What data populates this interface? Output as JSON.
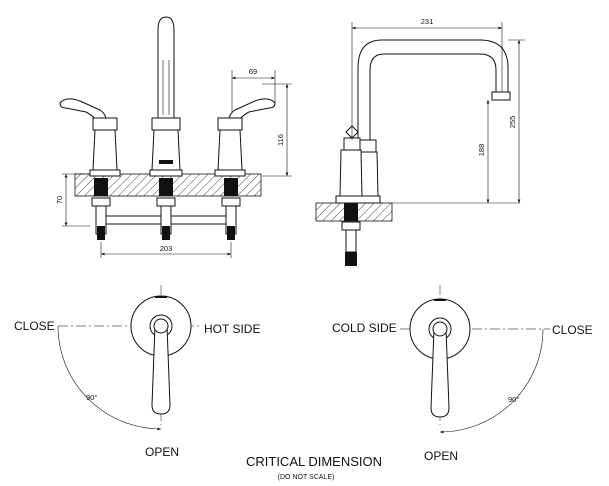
{
  "drawing": {
    "front_view": {
      "dim_width": "203",
      "dim_deck": "70",
      "dim_handle_height": "116",
      "dim_handle_offset": "69"
    },
    "side_view": {
      "dim_reach": "231",
      "dim_spout_height": "188",
      "dim_total_height": "255"
    },
    "hot_handle": {
      "side_label": "HOT SIDE",
      "close_label": "CLOSE",
      "open_label": "OPEN",
      "angle_label": "90°"
    },
    "cold_handle": {
      "side_label": "COLD SIDE",
      "close_label": "CLOSE",
      "open_label": "OPEN",
      "angle_label": "90°"
    },
    "footer": {
      "title": "CRITICAL DIMENSION",
      "subtitle": "(DO NOT SCALE)"
    }
  }
}
